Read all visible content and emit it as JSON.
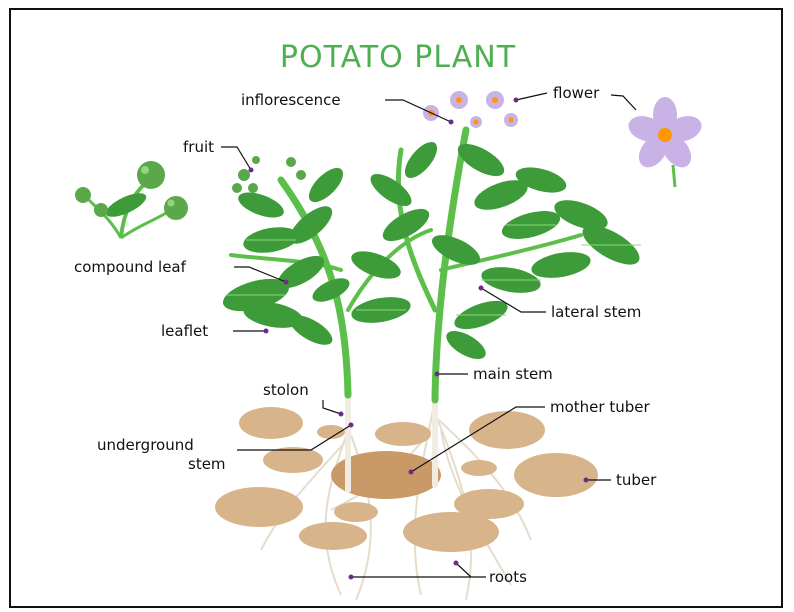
{
  "title": "POTATO PLANT",
  "labels": {
    "inflorescence": "inflorescence",
    "flower": "flower",
    "fruit": "fruit",
    "compound_leaf": "compound leaf",
    "leaflet": "leaflet",
    "lateral_stem": "lateral stem",
    "main_stem": "main stem",
    "stolon": "stolon",
    "underground_stem_line1": "underground",
    "underground_stem_line2": "stem",
    "mother_tuber": "mother tuber",
    "tuber": "tuber",
    "roots": "roots"
  },
  "colors": {
    "title": "#4caf50",
    "leaf": "#3e9b3a",
    "leaf_dark": "#2e7d32",
    "stem": "#5cbf4a",
    "flower": "#c9b3e6",
    "flower_center": "#ff9800",
    "tuber": "#d8b48a",
    "tuber_dark": "#c49a6c",
    "root": "#e8dfcf",
    "leader_dot": "#6a2c8a"
  }
}
